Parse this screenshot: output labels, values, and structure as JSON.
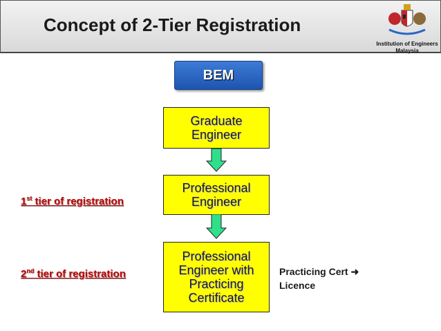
{
  "header": {
    "title": "Concept of 2-Tier Registration",
    "org_line1": "Institution of Engineers",
    "org_line2": "Malaysia"
  },
  "diagram": {
    "top_node": "BEM",
    "nodes": [
      "Graduate\nEngineer",
      "Professional\nEngineer",
      "Professional\nEngineer with\nPracticing\nCertificate"
    ],
    "tier1": {
      "num": "1",
      "sup": "st",
      "text": " tier of registration"
    },
    "tier2": {
      "num": "2",
      "sup": "nd",
      "text": " tier of registration"
    },
    "note_line1": "Practicing Cert",
    "note_line2": "Licence"
  },
  "colors": {
    "bem_fill": "#2a66c8",
    "box_fill": "#ffff00",
    "arrow_fill": "#2ee08a",
    "tier_text": "#c00000"
  }
}
